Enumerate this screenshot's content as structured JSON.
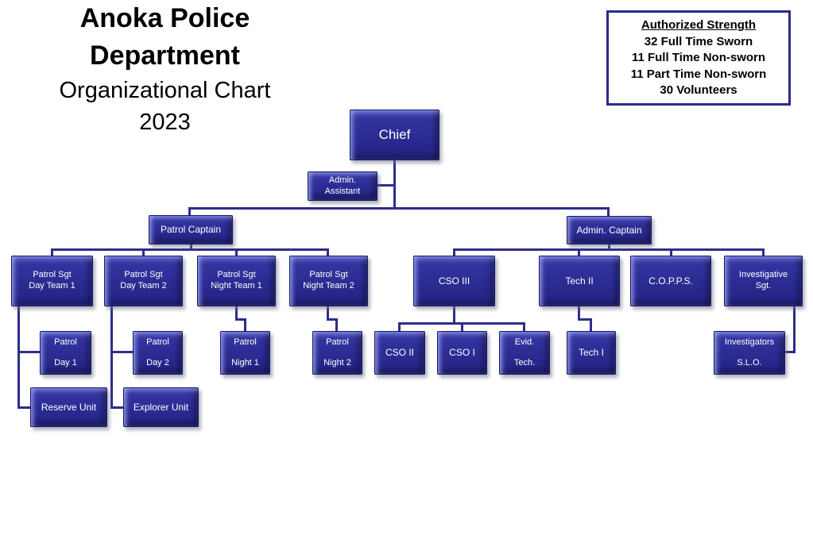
{
  "title": {
    "department": "Anoka Police Department",
    "subtitle": "Organizational Chart",
    "year": "2023"
  },
  "authorized_strength": {
    "heading": "Authorized Strength",
    "lines": [
      "32 Full Time Sworn",
      "11 Full Time Non-sworn",
      "11 Part Time Non-sworn",
      "30 Volunteers"
    ]
  },
  "colors": {
    "background": "#ffffff",
    "box_fill": "#2b2b92",
    "box_highlight": "#9aa0e8",
    "box_dark_edge": "#181868",
    "connector": "#2d2d8c",
    "strength_border": "#2b2b8e",
    "box_text": "#ffffff",
    "title_text": "#000000"
  },
  "org": {
    "chief": {
      "label": "Chief",
      "reports_to": null
    },
    "admin_assistant": {
      "label": "Admin.\nAssistant",
      "reports_to": "chief"
    },
    "patrol_captain": {
      "label": "Patrol Captain",
      "reports_to": "chief"
    },
    "admin_captain": {
      "label": "Admin. Captain",
      "reports_to": "chief"
    },
    "sgt_day1": {
      "label": "Patrol Sgt\nDay Team 1",
      "reports_to": "patrol_captain"
    },
    "sgt_day2": {
      "label": "Patrol Sgt\nDay Team 2",
      "reports_to": "patrol_captain"
    },
    "sgt_night1": {
      "label": "Patrol Sgt\nNight Team 1",
      "reports_to": "patrol_captain"
    },
    "sgt_night2": {
      "label": "Patrol Sgt\nNight Team 2",
      "reports_to": "patrol_captain"
    },
    "cso3": {
      "label": "CSO III",
      "reports_to": "admin_captain"
    },
    "tech2": {
      "label": "Tech II",
      "reports_to": "admin_captain"
    },
    "copps": {
      "label": "C.O.P.P.S.",
      "reports_to": "admin_captain"
    },
    "inv_sgt": {
      "label": "Investigative\nSgt.",
      "reports_to": "admin_captain"
    },
    "patrol_day1": {
      "label": "Patrol\nDay 1",
      "reports_to": "sgt_day1"
    },
    "reserve": {
      "label": "Reserve Unit",
      "reports_to": "sgt_day1"
    },
    "patrol_day2": {
      "label": "Patrol\nDay 2",
      "reports_to": "sgt_day2"
    },
    "explorer": {
      "label": "Explorer Unit",
      "reports_to": "sgt_day2"
    },
    "patrol_night1": {
      "label": "Patrol\nNight 1",
      "reports_to": "sgt_night1"
    },
    "patrol_night2": {
      "label": "Patrol\nNight 2",
      "reports_to": "sgt_night2"
    },
    "cso2": {
      "label": "CSO II",
      "reports_to": "cso3"
    },
    "cso1": {
      "label": "CSO I",
      "reports_to": "cso3"
    },
    "evid_tech": {
      "label": "Evid.\nTech.",
      "reports_to": "cso3"
    },
    "tech1": {
      "label": "Tech I",
      "reports_to": "tech2"
    },
    "investigators": {
      "label": "Investigators\nS.L.O.",
      "reports_to": "inv_sgt"
    }
  }
}
